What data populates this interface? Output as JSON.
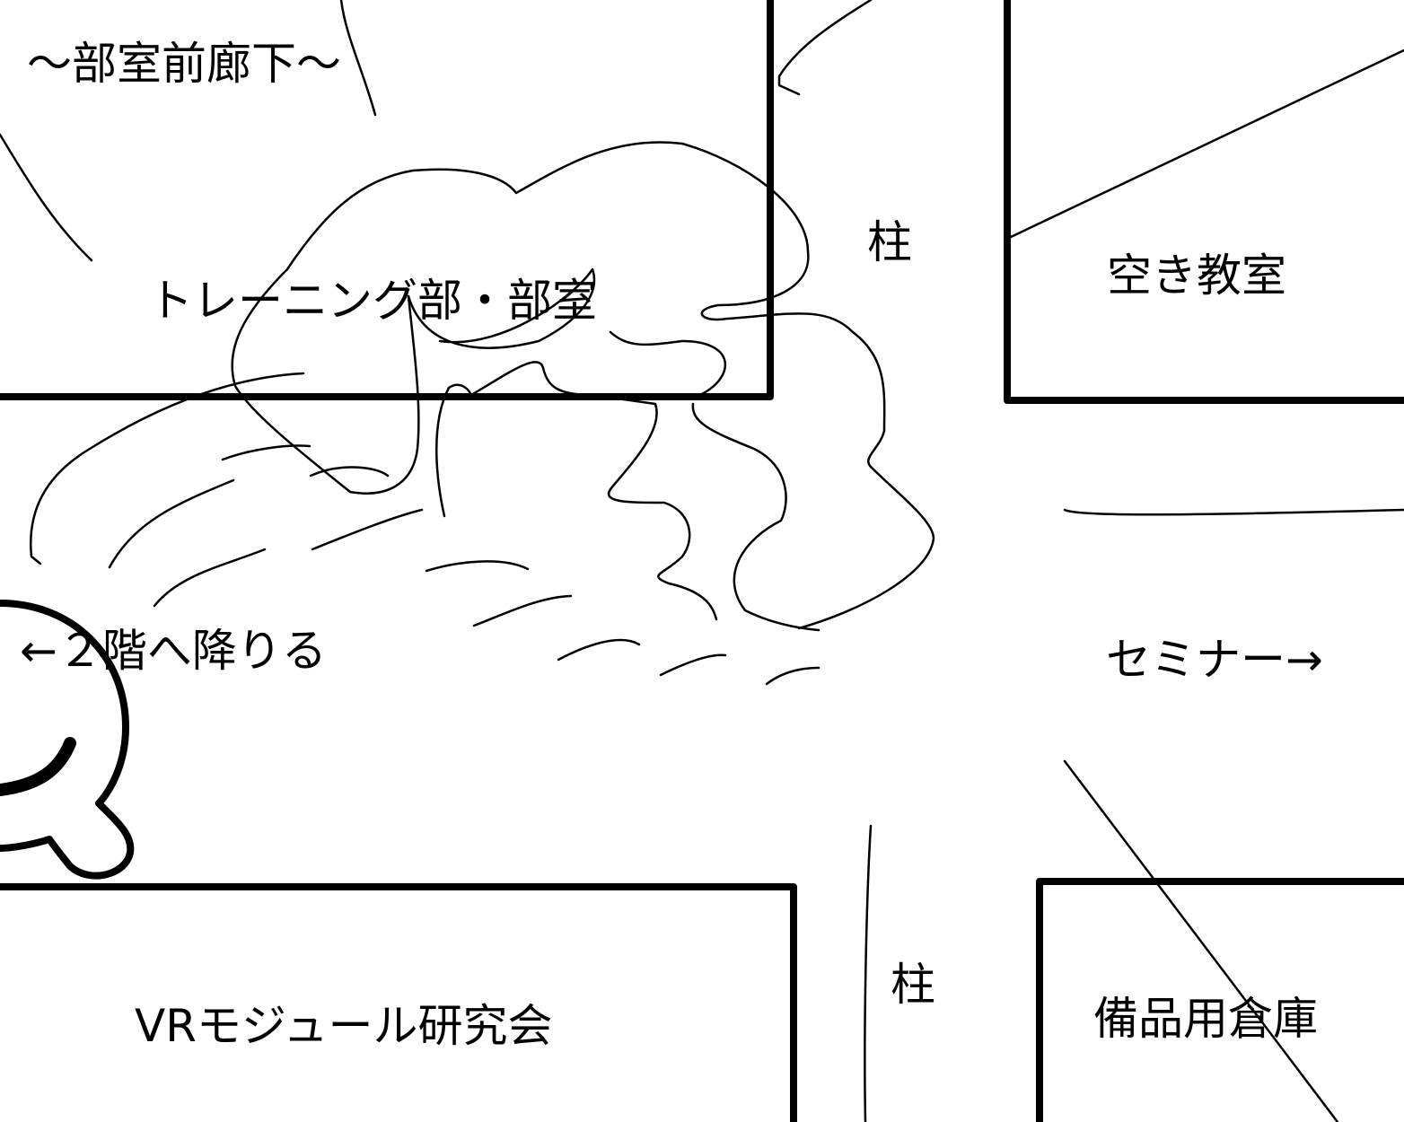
{
  "title": "〜部室前廊下〜",
  "rooms": {
    "training_club": "トレーニング部・部室",
    "empty_classroom": "空き教室",
    "vr_module": "VRモジュール研究会",
    "storage": "備品用倉庫"
  },
  "pillars": {
    "upper": "柱",
    "lower": "柱"
  },
  "directions": {
    "downstairs": "←２階へ降りる",
    "seminar": "セミナー→"
  },
  "colors": {
    "ink": "#000000",
    "background": "#ffffff"
  }
}
